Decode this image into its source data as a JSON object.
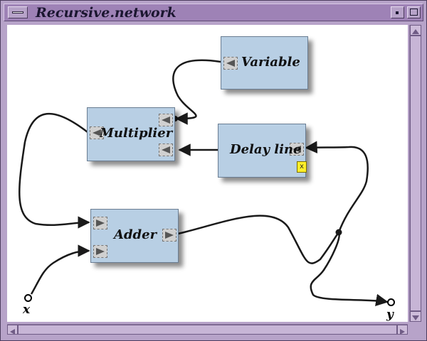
{
  "window": {
    "title": "Recursive.network"
  },
  "nodes": {
    "variable": {
      "label": "Variable"
    },
    "multiplier": {
      "label": "Multiplier"
    },
    "delay_line": {
      "label": "Delay line",
      "badge": "x"
    },
    "adder": {
      "label": "Adder"
    }
  },
  "terminals": {
    "input": {
      "label": "x"
    },
    "output": {
      "label": "y"
    }
  },
  "colors": {
    "window_frame": "#b7a3c9",
    "titlebar": "#9e82b6",
    "node_fill": "#b8cfe4",
    "badge_fill": "#ffef2a",
    "wire": "#1a1a1a"
  },
  "icons": {
    "window_menu": "window-menu-icon",
    "minimize": "minimize-icon",
    "maximize": "maximize-icon",
    "port_in": "triangle-right-icon",
    "port_out": "triangle-left-icon"
  }
}
